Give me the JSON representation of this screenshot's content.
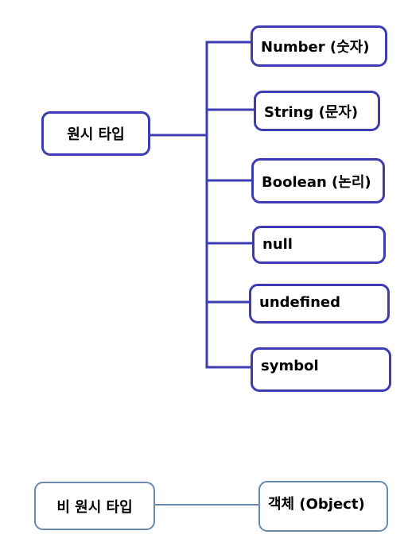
{
  "primitive_group": {
    "root_label": "원시 타입",
    "children": [
      {
        "label": "Number (숫자)"
      },
      {
        "label": "String (문자)"
      },
      {
        "label": "Boolean (논리)"
      },
      {
        "label": "null"
      },
      {
        "label": "undefined"
      },
      {
        "label": "symbol"
      }
    ]
  },
  "non_primitive_group": {
    "root_label": "비 원시 타입",
    "children": [
      {
        "label": "객체 (Object)"
      }
    ]
  },
  "colors": {
    "primitive_stroke": "#3d3db3",
    "non_primitive_stroke": "#6a88b0",
    "background": "#ffffff"
  }
}
